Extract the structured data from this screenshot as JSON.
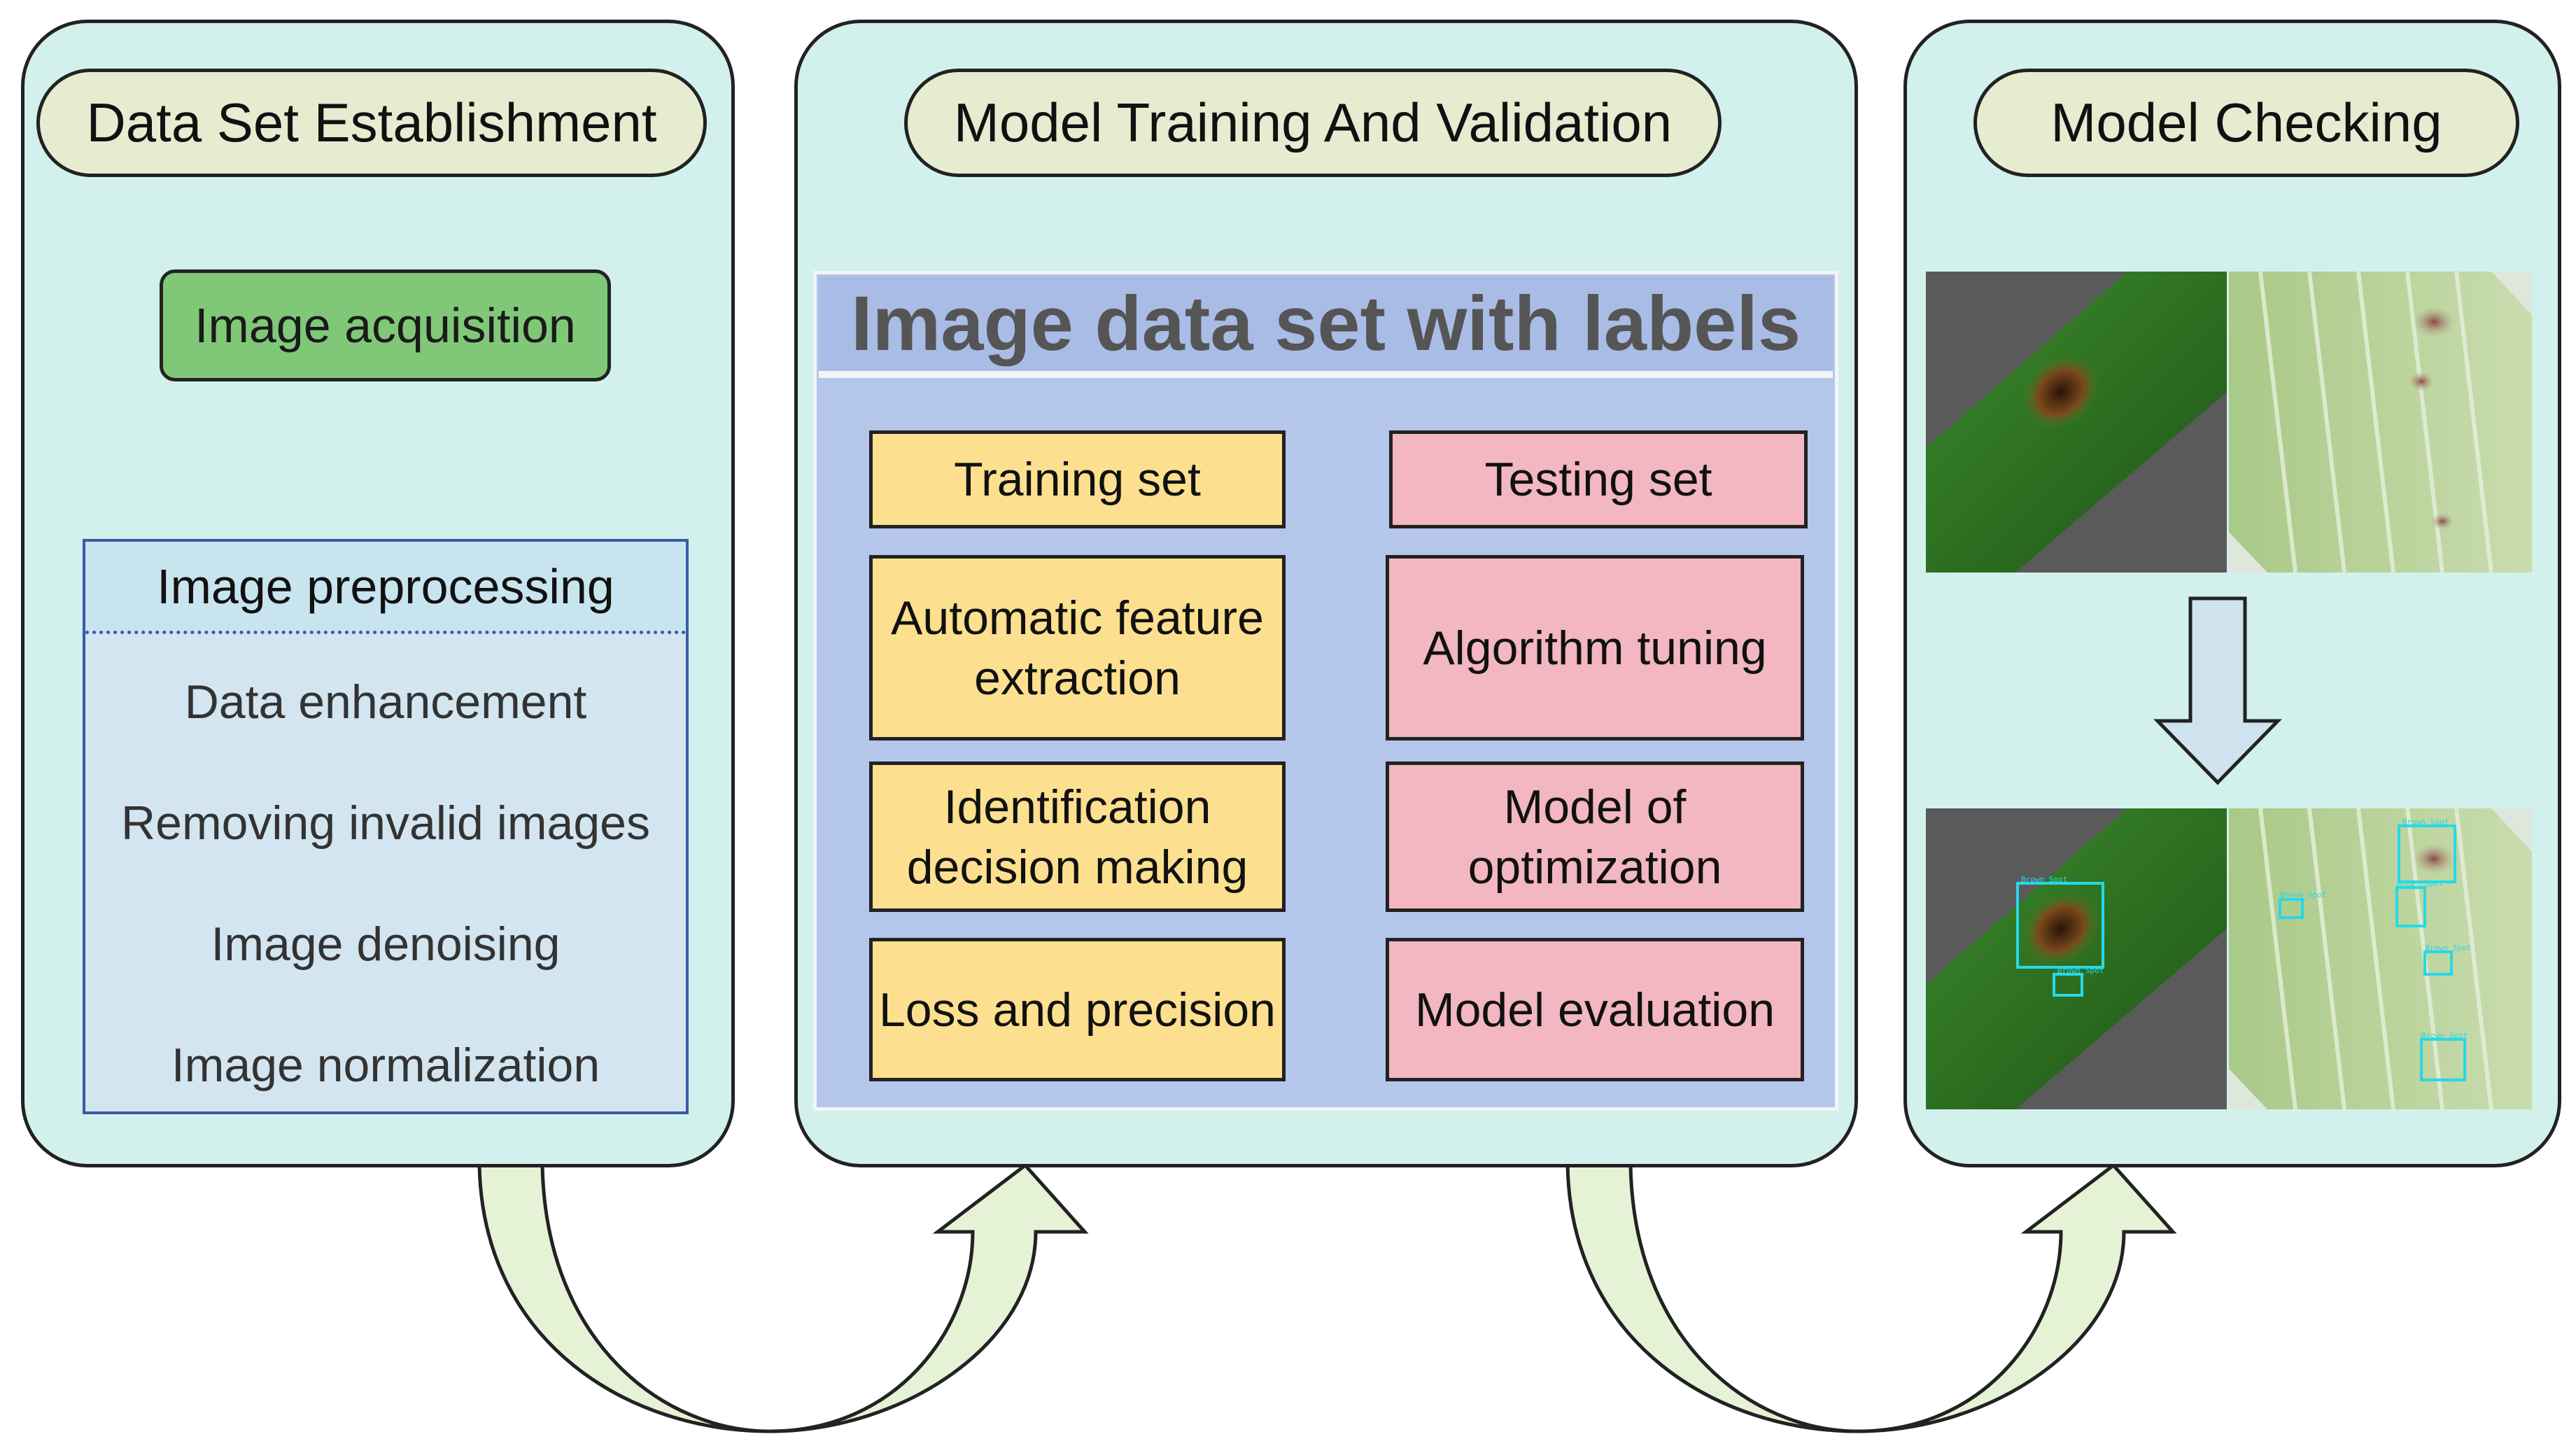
{
  "panels": {
    "dataset": {
      "title": "Data Set Establishment",
      "acquisition": "Image acquisition",
      "preprocessing": {
        "header": "Image preprocessing",
        "items": [
          "Data enhancement",
          "Removing invalid images",
          "Image denoising",
          "Image normalization"
        ]
      }
    },
    "training": {
      "title": "Model Training And Validation",
      "banner": "Image data set with labels",
      "training_boxes": [
        "Training set",
        "Automatic feature extraction",
        "Identification decision making",
        "Loss and precision"
      ],
      "testing_boxes": [
        "Testing set",
        "Algorithm tuning",
        "Model of optimization",
        "Model evaluation"
      ]
    },
    "checking": {
      "title": "Model Checking",
      "detection_label": "Brown_Spot"
    }
  },
  "colors": {
    "panel_fill": "#d2f1ec",
    "pill_fill": "#e6ecd0",
    "acquisition_fill": "#80c878",
    "preprocessing_header": "#c8e4ee",
    "preprocessing_body": "#d3e5f0",
    "banner_fill": "#a8bce6",
    "training_fill": "#fde08f",
    "testing_fill": "#f2b7c0",
    "arrow_fill": "#e6f2d6",
    "detection_box": "#27d8e8"
  }
}
